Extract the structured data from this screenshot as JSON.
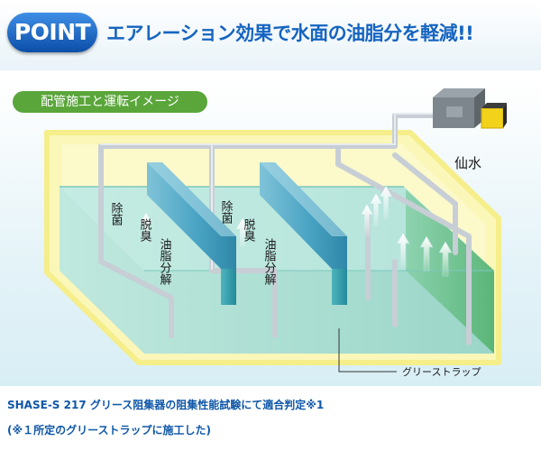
{
  "header": {
    "badge": "POINT",
    "headline": "エアレーション効果で水面の油脂分を軽減!!"
  },
  "diagram": {
    "tag": "配管施工と運転イメージ",
    "labels": {
      "sterilize_1": "除菌",
      "deodorize_1": "脱臭",
      "oil_decompose_1": "油脂分解",
      "sterilize_2": "除菌",
      "deodorize_2": "脱臭",
      "oil_decompose_2": "油脂分解",
      "senmizu": "仙水",
      "grease_trap": "グリーストラップ"
    }
  },
  "notes": {
    "line1": "SHASE-S 217 グリース阻集器の阻集性能試験にて適合判定※1",
    "line2": "(※１所定のグリーストラップに施工した)"
  },
  "colors": {
    "badge_blue": "#1a63c4",
    "headline_blue": "#1564c0",
    "tag_green": "#5aa63a",
    "water": "#9fd9d3",
    "tank_frame": "#f7f3a0",
    "baffle": "#4aa9c7",
    "pipe": "#b9c3cc"
  }
}
